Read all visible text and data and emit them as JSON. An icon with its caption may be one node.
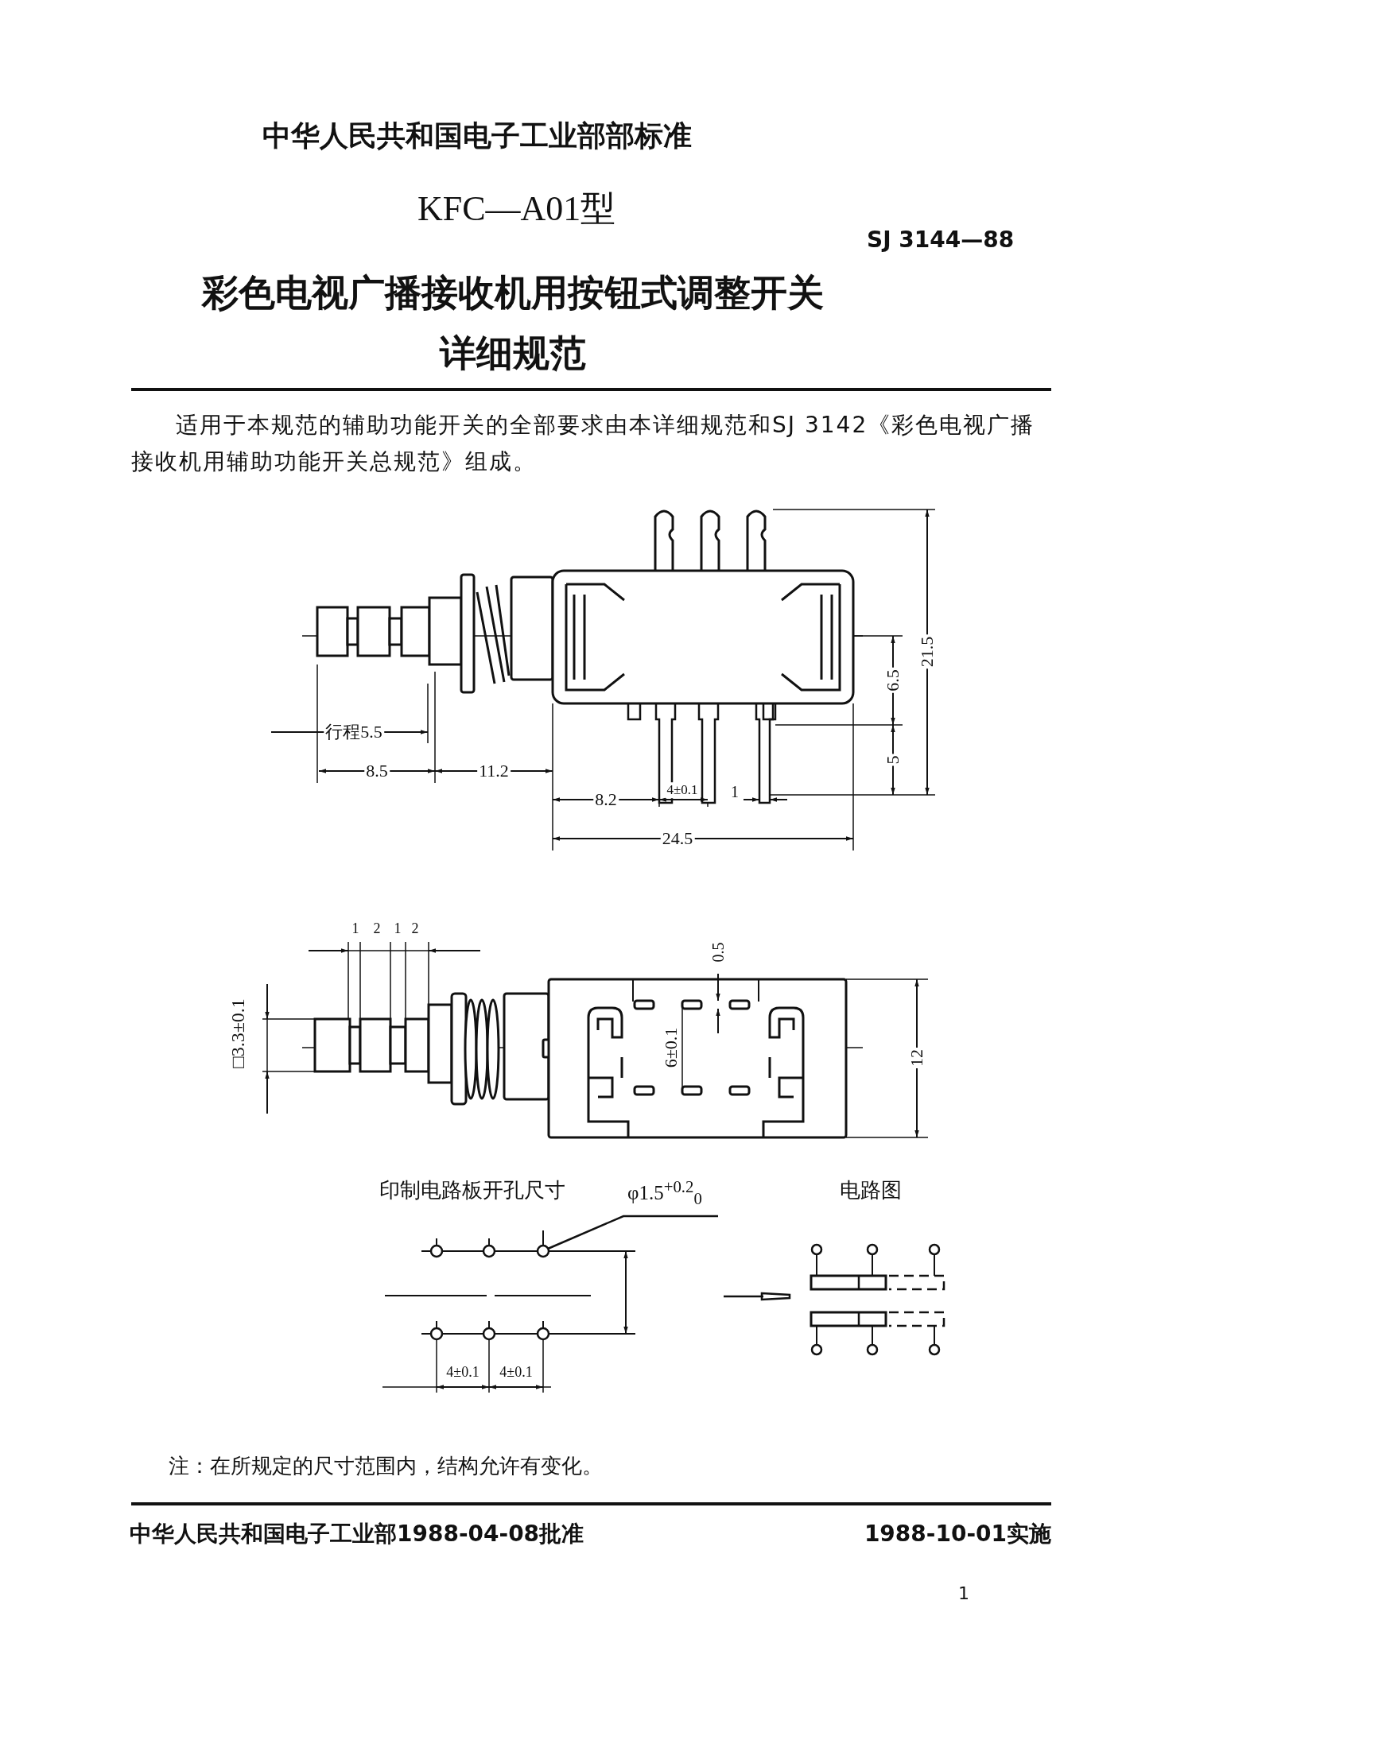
{
  "diagram": {
    "title": "彩色电视广播接收机用按钮式调整开关详细规范",
    "nodes": [
      {
        "text": [
          "φ1.5$^{+0.2}$$_{0}$"
        ]
      },
      {
        "text": [],
        "shape": "circle"
      }
    ],
    "edges": [
      {
        "from": 0,
        "to": 1,
        "arrow": "none"
      }
    ],
    "labels": [
      "中华人民共和国电子工业部部标准",
      "KFC—A01型",
      "SJ 3144—88",
      "适用于本规范的辅助功能开关的全部要求由本详细规范和SJ 3142《彩色电视广播接收机用辅助功能开关总规范》组成。",
      "行程5.5",
      "8.5",
      "11.2",
      "8.2",
      "4±0.1",
      "1",
      "24.5",
      "6.5",
      "5",
      "21.5",
      "1",
      "2",
      "1",
      "2",
      "□3.3±0.1",
      "0.5",
      "6±0.1",
      "12",
      "印制电路板开孔尺寸",
      "电路图",
      "4±0.1",
      "4±0.1",
      "注：在所规定的尺寸范围内，结构允许有变化。",
      "中华人民共和国电子工业部1988-04-08批准",
      "1988-10-01实施",
      "1"
    ]
  }
}
